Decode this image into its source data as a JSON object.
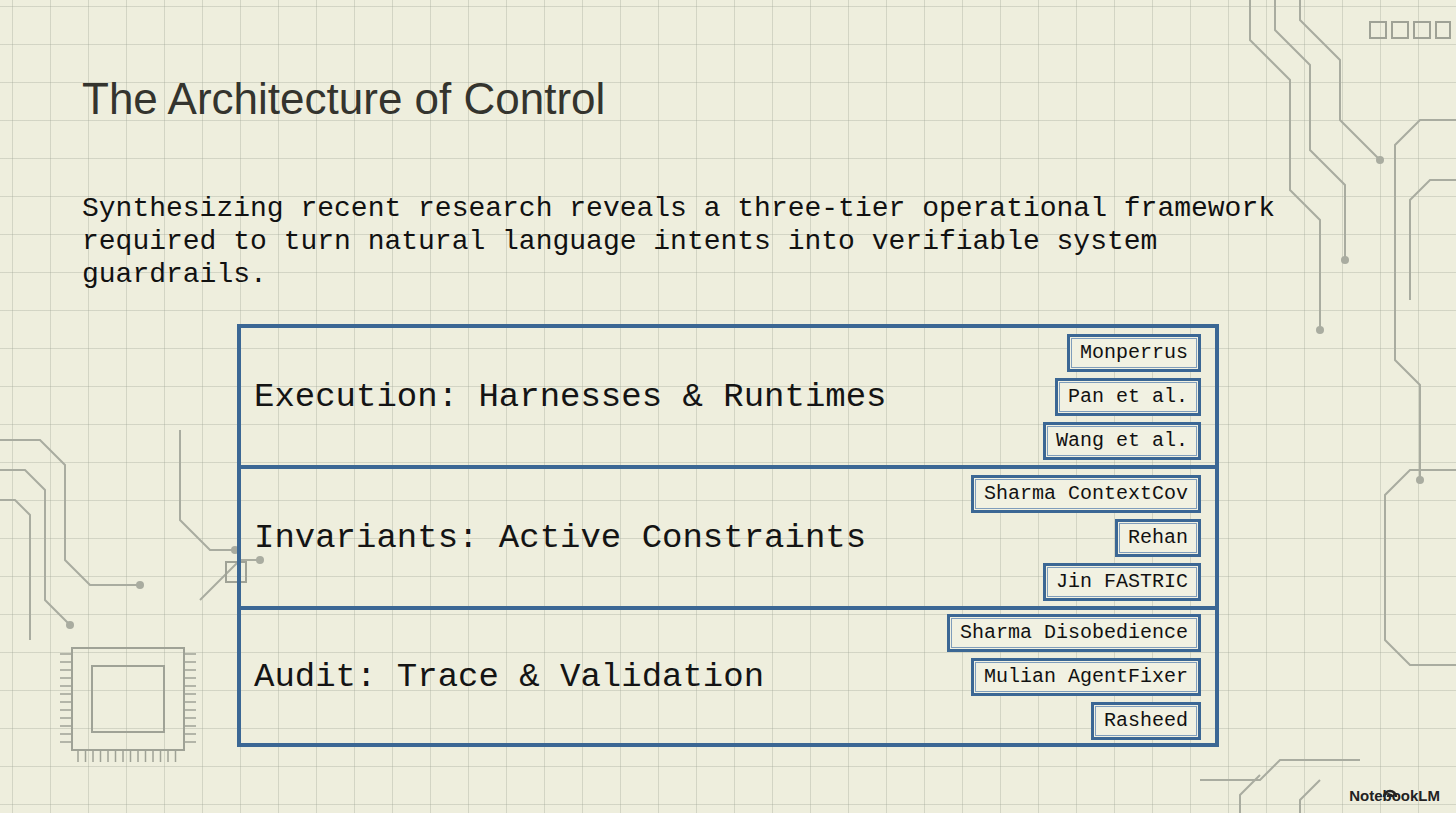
{
  "diagram": {
    "title": "The Architecture of Control",
    "nodes": [
      {
        "text": [
          "Execution: Harnesses & Runtimes"
        ]
      },
      {
        "text": [
          "Monperrus"
        ],
        "in": 0
      },
      {
        "text": [
          "Pan et al."
        ],
        "in": 0
      },
      {
        "text": [
          "Wang et al."
        ],
        "in": 0
      },
      {
        "text": [
          "Invariants: Active Constraints"
        ]
      },
      {
        "text": [
          "Sharma ContextCov"
        ],
        "in": 4
      },
      {
        "text": [
          "Rehan"
        ],
        "in": 4
      },
      {
        "text": [
          "Jin FASTRIC"
        ],
        "in": 4
      },
      {
        "text": [
          "Audit: Trace & Validation"
        ]
      },
      {
        "text": [
          "Sharma Disobedience"
        ],
        "in": 8
      },
      {
        "text": [
          "Mulian AgentFixer"
        ],
        "in": 8
      },
      {
        "text": [
          "Rasheed"
        ],
        "in": 8
      }
    ],
    "labels": [
      "Synthesizing recent research reveals a three-tier operational framework required to turn natural language intents into verifiable system guardrails.",
      "NotebookLM"
    ]
  }
}
